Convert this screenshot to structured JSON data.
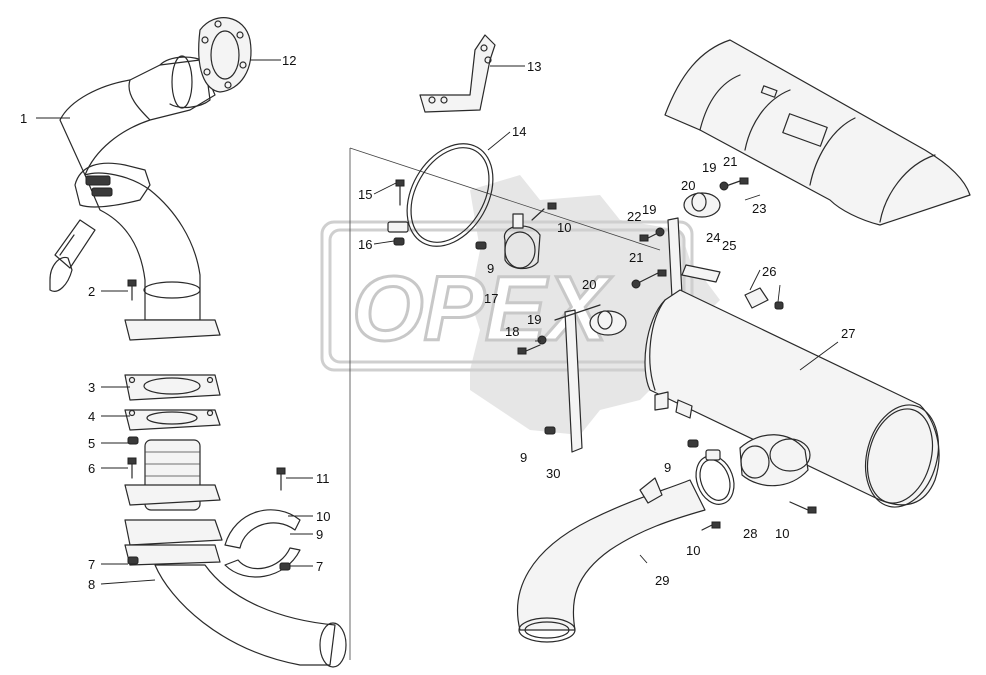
{
  "watermark": {
    "text": "OPEX"
  },
  "callouts": [
    "1",
    "2",
    "3",
    "4",
    "5",
    "6",
    "7",
    "8",
    "12",
    "13",
    "14",
    "15",
    "16",
    "9",
    "17",
    "10",
    "18",
    "19",
    "20",
    "21",
    "22",
    "23",
    "24",
    "25",
    "26",
    "27",
    "30",
    "28",
    "29",
    "11",
    "10",
    "9",
    "7",
    "19",
    "21",
    "20",
    "19",
    "10",
    "9",
    "9",
    "10"
  ]
}
